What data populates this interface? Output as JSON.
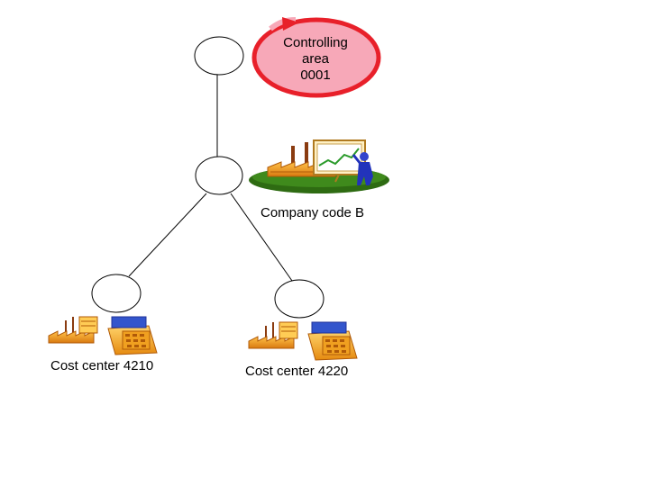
{
  "controlling_area": {
    "line1": "Controlling",
    "line2": "area",
    "line3": "0001",
    "fill_color": "#f7a8b8",
    "ring_color": "#e8202a"
  },
  "company_code": {
    "label": "Company code B",
    "icon": "factory-with-chart-icon"
  },
  "cost_centers": [
    {
      "label": "Cost center 4210",
      "icon": "factory-with-cash-register-icon"
    },
    {
      "label": "Cost center 4220",
      "icon": "factory-with-cash-register-icon"
    }
  ],
  "colors": {
    "node_stroke": "#000000",
    "connector": "#000000",
    "factory": "#f0a020",
    "register": "#f5b030",
    "ground": "#2e6b12"
  }
}
